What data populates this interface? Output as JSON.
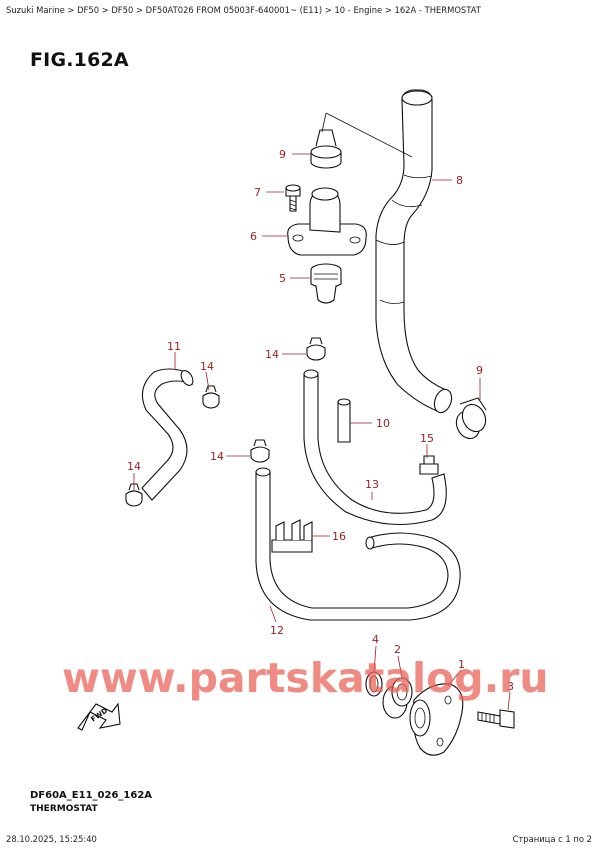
{
  "breadcrumb": "Suzuki Marine > DF50 > DF50 > DF50AT026 FROM 05003F-640001~ (E11) > 10 - Engine > 162A - THERMOSTAT",
  "figure": {
    "title": "FIG.162A",
    "code": "DF60A_E11_026_162A",
    "name": "THERMOSTAT",
    "fwd_label": "FWD"
  },
  "callouts": {
    "c1": "1",
    "c2": "2",
    "c3": "3",
    "c4": "4",
    "c5": "5",
    "c6": "6",
    "c7": "7",
    "c8": "8",
    "c9a": "9",
    "c9b": "9",
    "c10": "10",
    "c11": "11",
    "c12": "12",
    "c13": "13",
    "c14a": "14",
    "c14b": "14",
    "c14c": "14",
    "c15": "15",
    "c16": "16"
  },
  "watermark": "www.partskatalog.ru",
  "footer": {
    "datetime": "28.10.2025, 15:25:40",
    "page": "Страница с 1 по 2"
  },
  "colors": {
    "callout": "#9a1f1f",
    "watermark": "#e95e52"
  }
}
